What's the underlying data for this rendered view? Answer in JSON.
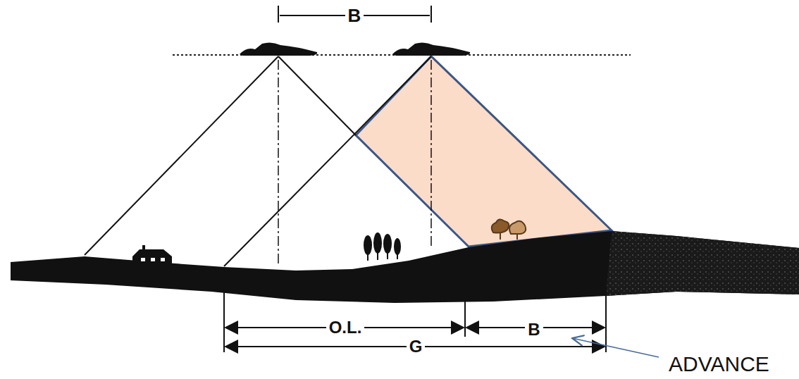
{
  "diagram": {
    "labels": [
      "B",
      "O.L.",
      "B",
      "G",
      "ADVANCE"
    ]
  }
}
